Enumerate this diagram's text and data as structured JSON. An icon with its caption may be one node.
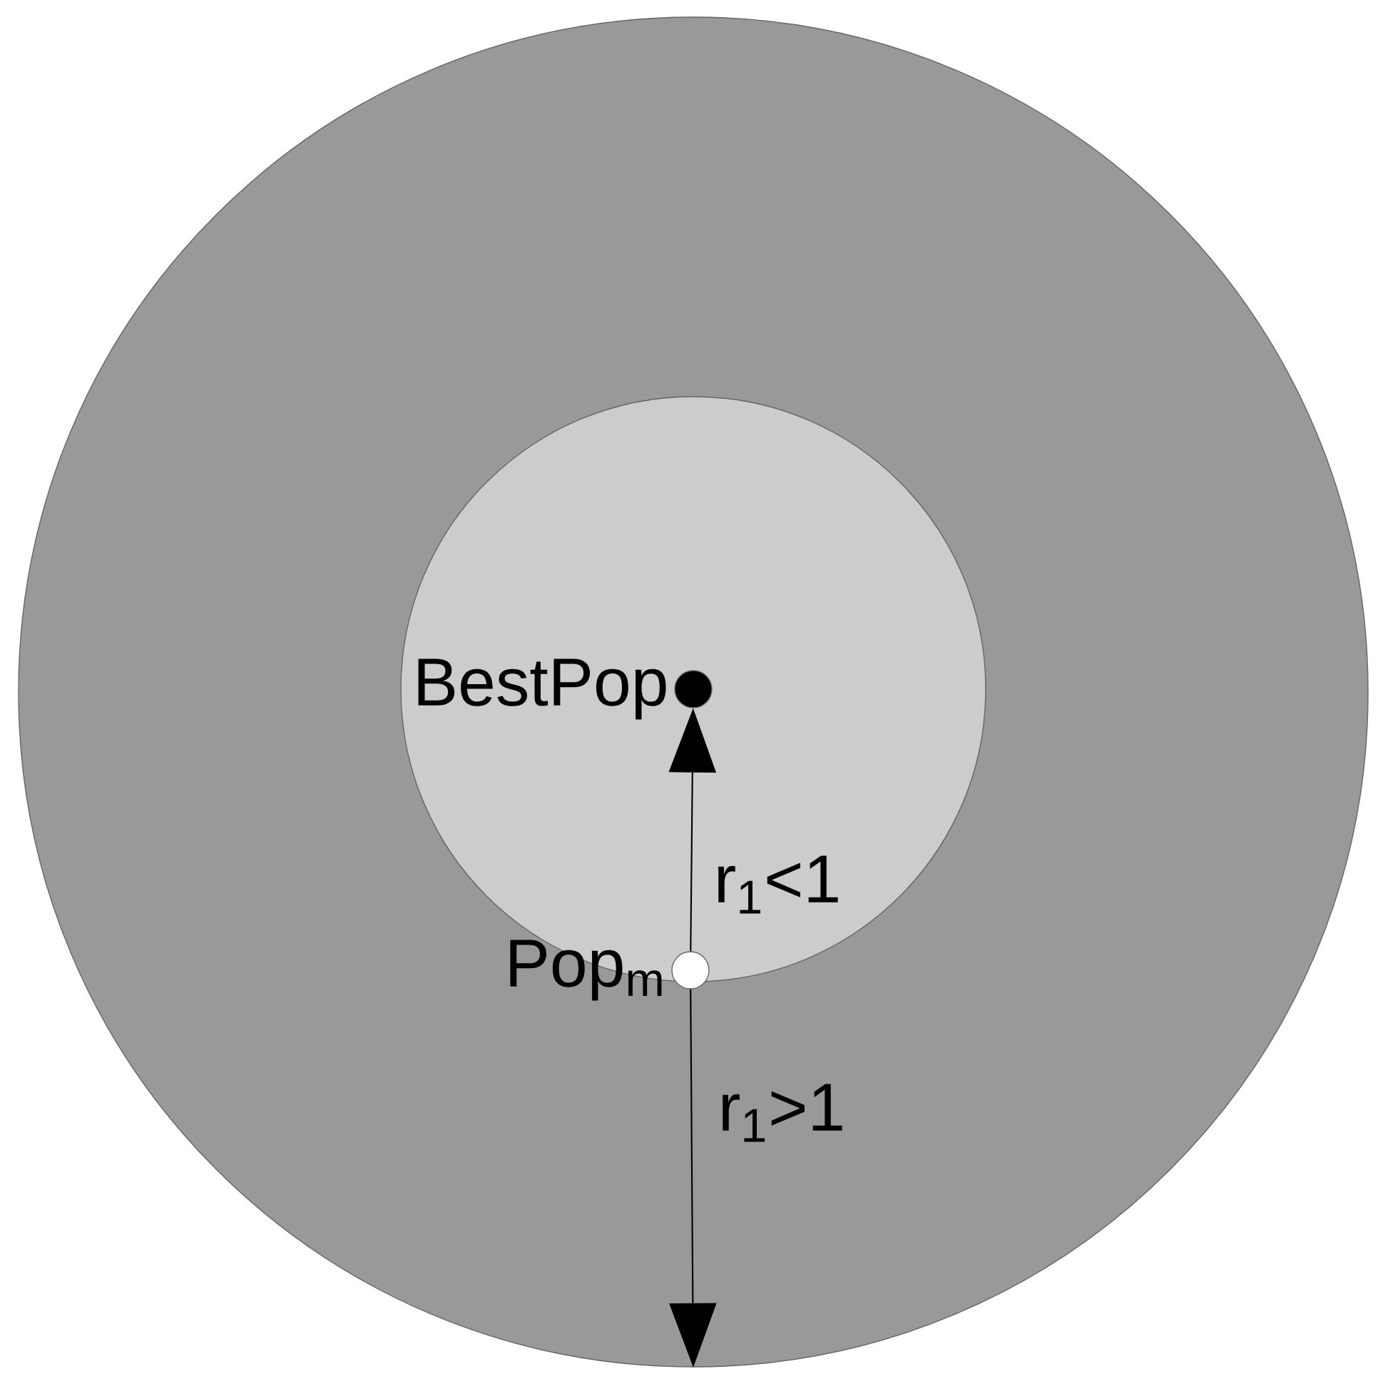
{
  "diagram": {
    "nodes": [
      {
        "text": [],
        "shape": "circle"
      },
      {
        "text": [],
        "shape": "circle",
        "in": 0
      },
      {
        "text": [
          "BestPop"
        ],
        "in": 1
      },
      {
        "text": [
          "Pop$_{m}$"
        ],
        "in": 0
      }
    ],
    "edges": [
      {
        "from": 3,
        "to": 2,
        "arrow": "to",
        "label": "r$_{1}$<1"
      },
      {
        "from": 3,
        "to": 0,
        "arrow": "to",
        "label": "r$_{1}$>1"
      }
    ]
  }
}
